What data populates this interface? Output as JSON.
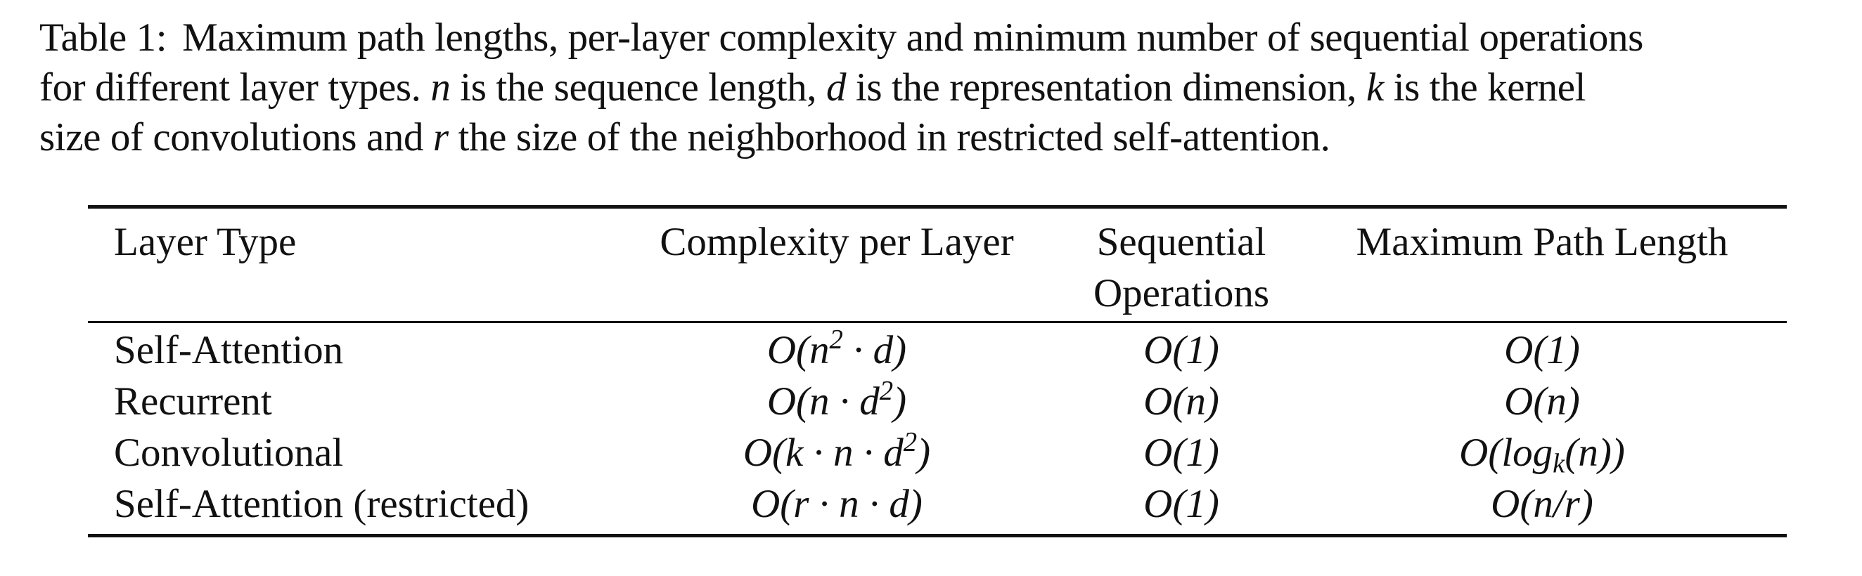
{
  "caption": {
    "label": "Table 1:",
    "line1_text": "Maximum path lengths, per-layer complexity and minimum number of sequential operations",
    "line2_pre": "for different layer types. ",
    "var_n": "n",
    "line2_mid1": " is the sequence length, ",
    "var_d": "d",
    "line2_mid2": " is the representation dimension, ",
    "var_k": "k",
    "line2_end": " is the kernel",
    "line3_pre": "size of convolutions and ",
    "var_r": "r",
    "line3_end": " the size of the neighborhood in restricted self-attention."
  },
  "table": {
    "headers": [
      "Layer Type",
      "Complexity per Layer",
      "Sequential Operations",
      "Maximum Path Length"
    ],
    "rows": [
      {
        "layer_type": "Self-Attention",
        "complexity": {
          "pre": "O(n",
          "sup": "2",
          "post": " · d)"
        },
        "sequential": "O(1)",
        "path_length": {
          "pre": "O(1)",
          "sub": "",
          "post": ""
        }
      },
      {
        "layer_type": "Recurrent",
        "complexity": {
          "pre": "O(n · d",
          "sup": "2",
          "post": ")"
        },
        "sequential": "O(n)",
        "path_length": {
          "pre": "O(n)",
          "sub": "",
          "post": ""
        }
      },
      {
        "layer_type": "Convolutional",
        "complexity": {
          "pre": "O(k · n · d",
          "sup": "2",
          "post": ")"
        },
        "sequential": "O(1)",
        "path_length": {
          "pre": "O(log",
          "sub": "k",
          "post": "(n))"
        }
      },
      {
        "layer_type": "Self-Attention (restricted)",
        "complexity": {
          "pre": "O(r · n · d)",
          "sup": "",
          "post": ""
        },
        "sequential": "O(1)",
        "path_length": {
          "pre": "O(n/r)",
          "sub": "",
          "post": ""
        }
      }
    ]
  }
}
